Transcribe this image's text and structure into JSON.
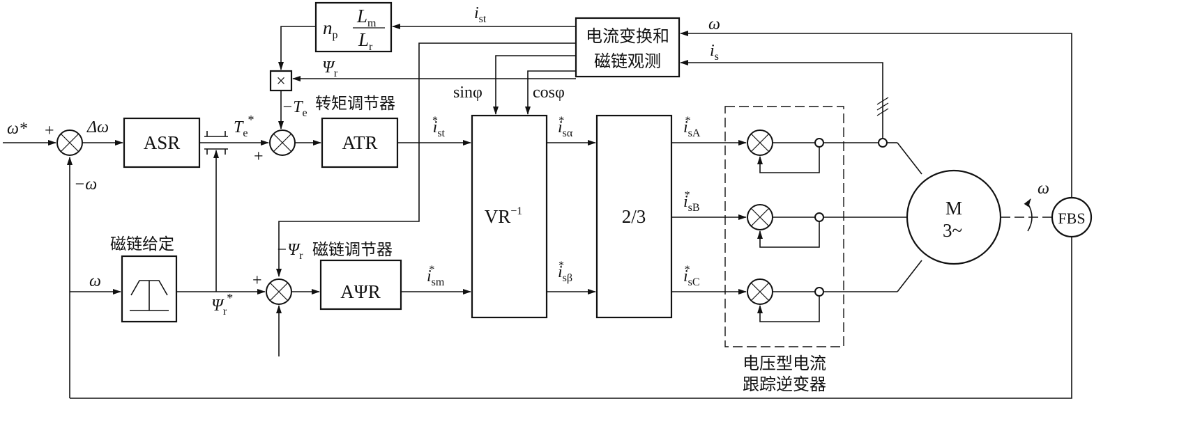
{
  "blocks": {
    "asr": "ASR",
    "atr": "ATR",
    "apsir": "AΨR",
    "vr_base": "VR",
    "vr_sup": "−1",
    "two_three": "2/3",
    "observer_line1": "电流变换和",
    "observer_line2": "磁链观测",
    "motor_m": "M",
    "motor_phase": "3~",
    "fbs": "FBS",
    "gain_np": "n",
    "gain_np_sub": "p",
    "gain_lm": "L",
    "gain_lm_sub": "m",
    "gain_lr": "L",
    "gain_lr_sub": "r",
    "multiplier": "×"
  },
  "labels": {
    "omega_star": "ω*",
    "delta_omega": "Δω",
    "minus_omega": "−ω",
    "omega_low": "ω",
    "omega_fb": "ω",
    "omega_rot": "ω",
    "te_star": "T",
    "te_star_sub": "e",
    "te_star_sup": "*",
    "minus_te": "−T",
    "minus_te_sub": "e",
    "torque_reg": "转矩调节器",
    "flux_setpoint": "磁链给定",
    "psi_r_star": "Ψ",
    "psi_r_star_sub": "r",
    "psi_r_star_sup": "*",
    "minus_psi_r": "−Ψ",
    "minus_psi_r_sub": "r",
    "flux_reg": "磁链调节器",
    "psi_r_fb": "Ψ",
    "psi_r_fb_sub": "r",
    "i_st_fb": "i",
    "i_st_fb_sub": "st",
    "i_s_fb": "i",
    "i_s_fb_sub": "s",
    "sin_phi": "sinφ",
    "cos_phi": "cosφ",
    "i_st_star": "i",
    "i_st_star_sub": "st",
    "i_sm_star": "i",
    "i_sm_star_sub": "sm",
    "i_salpha": "i",
    "i_salpha_sub": "sα",
    "i_sbeta": "i",
    "i_sbeta_sub": "sβ",
    "i_sa": "i",
    "i_sa_sub": "sA",
    "i_sb": "i",
    "i_sb_sub": "sB",
    "i_sc": "i",
    "i_sc_sub": "sC",
    "star": "*",
    "plus": "+",
    "inverter_line1": "电压型电流",
    "inverter_line2": "跟踪逆变器"
  }
}
